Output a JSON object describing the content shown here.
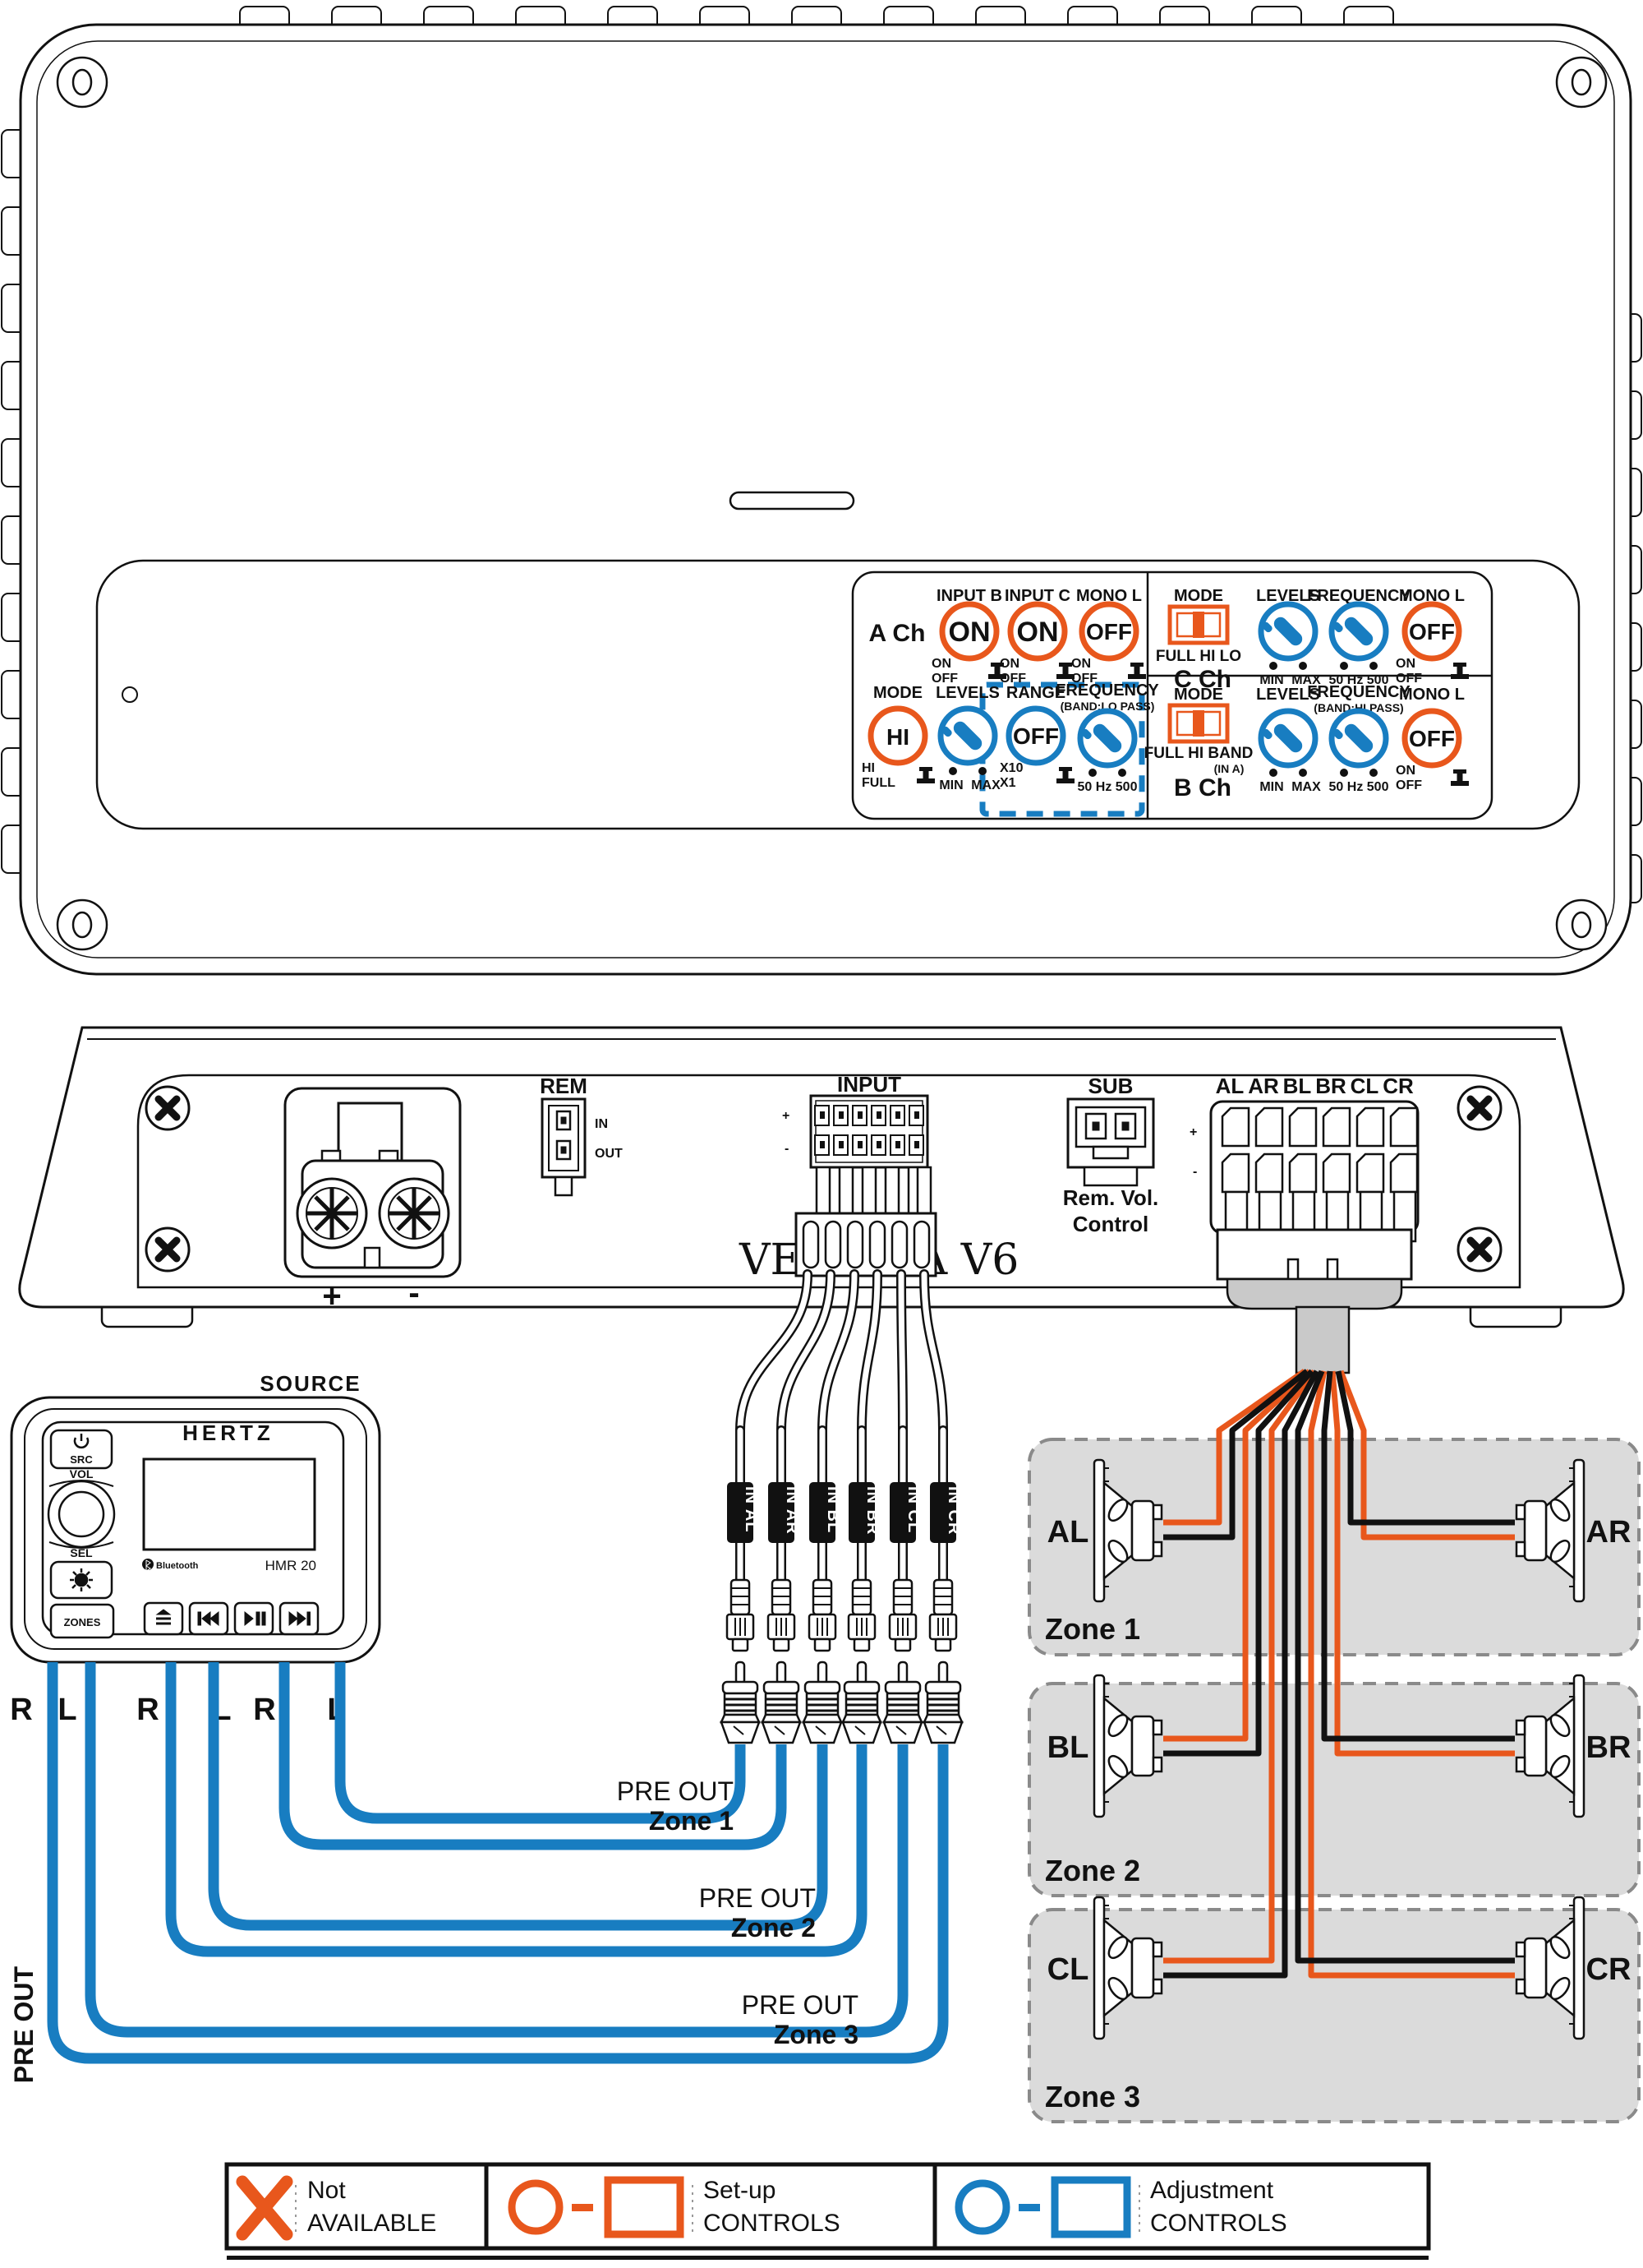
{
  "colors": {
    "orange": "#E8571C",
    "blue": "#187DC1",
    "zone_fill": "#DBDBDB",
    "zone_border": "#8A8A8A"
  },
  "panel": {
    "a_ch": "A Ch",
    "b_ch": "B Ch",
    "c_ch": "C Ch",
    "input_b": "INPUT B",
    "input_c": "INPUT C",
    "mono_l": "MONO L",
    "on": "ON",
    "off": "OFF",
    "mode": "MODE",
    "levels": "LEVELS",
    "range": "RANGE",
    "frequency": "FREQUENCY",
    "band_lo": "(BAND:LO PASS)",
    "band_hi": "(BAND:HI PASS)",
    "hi": "HI",
    "full": "FULL",
    "min": "MIN",
    "max": "MAX",
    "x10": "X10",
    "x1": "X1",
    "hz_range": "50 Hz 500",
    "full_hi_lo": "FULL HI LO",
    "full_hi_band": "FULL HI BAND",
    "in_a": "(IN A)"
  },
  "backpanel": {
    "rem": "REM",
    "in_label": "IN",
    "out_label": "OUT",
    "input": "INPUT",
    "sub": "SUB",
    "rem_vol_1": "Rem. Vol.",
    "rem_vol_2": "Control",
    "plus": "+",
    "minus": "-",
    "model": "VENEZIA V6",
    "speakers": [
      "AL",
      "AR",
      "BL",
      "BR",
      "CL",
      "CR"
    ]
  },
  "source": {
    "title": "SOURCE",
    "brand": "HERTZ",
    "model": "HMR 20",
    "bluetooth": "Bluetooth",
    "src": "SRC",
    "vol": "VOL",
    "sel": "SEL",
    "zones": "ZONES",
    "rl": [
      "R",
      "L",
      "R",
      "L",
      "R",
      "L"
    ]
  },
  "cables": {
    "in_labels": [
      "IN AL",
      "IN AR",
      "IN BL",
      "IN BR",
      "IN CL",
      "IN CR"
    ],
    "preout": "PRE OUT",
    "zone_tags": [
      "Zone 1",
      "Zone 2",
      "Zone 3"
    ]
  },
  "zones": [
    {
      "name": "Zone 1",
      "left": "AL",
      "right": "AR"
    },
    {
      "name": "Zone 2",
      "left": "BL",
      "right": "BR"
    },
    {
      "name": "Zone 3",
      "left": "CL",
      "right": "CR"
    }
  ],
  "legend": {
    "na1": "Not",
    "na2": "AVAILABLE",
    "set1": "Set-up",
    "set2": "CONTROLS",
    "adj1": "Adjustment",
    "adj2": "CONTROLS"
  }
}
